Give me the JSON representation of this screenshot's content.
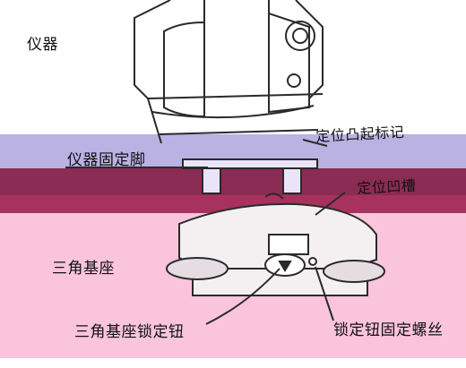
{
  "labels": {
    "instrument": "仪器",
    "mount_foot": "仪器固定脚",
    "alignment_mark": "定位凸起标记",
    "groove": "定位凹槽",
    "tribrach": "三角基座",
    "tribrach_lock_knob": "三角基座锁定钮",
    "lock_knob_screw": "锁定钮固定螺丝"
  },
  "colors": {
    "band_lavender": "#b9b2e3",
    "band_maroon": "#8a2c53",
    "band_pink": "#f9c4dc",
    "line": "#2a2a2a"
  }
}
